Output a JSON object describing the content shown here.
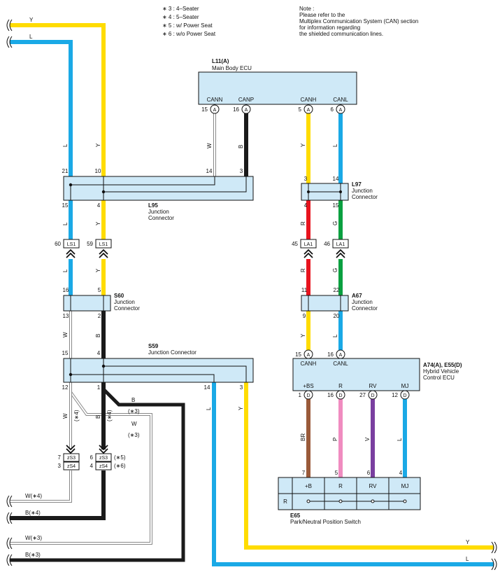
{
  "notes": {
    "left": [
      "∗ 3 : 4–Seater",
      "∗ 4 : 5–Seater",
      "∗ 5 : w/ Power Seat",
      "∗ 6 : w/o Power Seat"
    ],
    "right": [
      "Note :",
      "Please refer to the",
      "Multiplex Communication System (CAN) section",
      "for information regarding",
      "the shielded communication lines."
    ]
  },
  "colors": {
    "yellow": "#ffdc00",
    "blue": "#1aa9e6",
    "black": "#1a1a1a",
    "red": "#e8141e",
    "green": "#0aa040",
    "brown": "#9a5a3a",
    "pink": "#f08cc0",
    "violet": "#7a3fa0",
    "box_fill": "#cfe9f7"
  },
  "components": {
    "l11": {
      "id": "L11(A)",
      "name": "Main Body ECU",
      "pins": [
        "CANN",
        "CANP",
        "CANH",
        "CANL"
      ],
      "pin_nums": [
        "15",
        "16",
        "5",
        "6"
      ],
      "conn": "A"
    },
    "l95": {
      "id": "L95",
      "name1": "Junction",
      "name2": "Connector",
      "top_pins": [
        "21",
        "10",
        "14",
        "3"
      ],
      "bot_pins": [
        "15",
        "4"
      ]
    },
    "l97": {
      "id": "L97",
      "name1": "Junction",
      "name2": "Connector",
      "top_pin": "14",
      "top_pin_left": "3",
      "bot_pins": [
        "4",
        "15"
      ]
    },
    "s60": {
      "id": "S60",
      "name1": "Junction",
      "name2": "Connector",
      "top_pins": [
        "16",
        "5"
      ],
      "bot_pins": [
        "13",
        "2"
      ]
    },
    "a67": {
      "id": "A67",
      "name1": "Junction",
      "name2": "Connector",
      "top_pins": [
        "11",
        "22"
      ],
      "bot_pins": [
        "9",
        "20"
      ]
    },
    "s59": {
      "id": "S59",
      "name": "Junction Connector",
      "top_pins": [
        "15",
        "4"
      ],
      "bot_pins": [
        "12",
        "1",
        "14",
        "3"
      ]
    },
    "a74": {
      "id": "A74(A), E55(D)",
      "name1": "Hybrid Vehicle",
      "name2": "Control ECU",
      "pins": [
        "CANH",
        "CANL",
        "+BS",
        "R",
        "RV",
        "MJ"
      ],
      "pin_nums": [
        "15",
        "16",
        "1",
        "16",
        "27",
        "12"
      ],
      "conn_a": "A",
      "conn_d": "D"
    },
    "e65": {
      "id": "E65",
      "name": "Park/Neutral Position Switch",
      "cols": [
        "+B",
        "R",
        "RV",
        "MJ"
      ],
      "row": "R",
      "pins": [
        "7",
        "5",
        "6",
        "4"
      ]
    },
    "ls1": {
      "name": "LS1",
      "pins": [
        "60",
        "59"
      ]
    },
    "la1": {
      "name": "LA1",
      "pins": [
        "45",
        "46"
      ]
    },
    "zs": {
      "left": [
        "zS3",
        "zS4"
      ],
      "left_pins": [
        "7",
        "3"
      ],
      "right": [
        "zS3",
        "zS4"
      ],
      "right_pins": [
        "6",
        "4"
      ],
      "right_notes": [
        "(∗5)",
        "(∗6)"
      ]
    }
  },
  "wire_codes": {
    "Y": "Y",
    "L": "L",
    "W": "W",
    "B": "B",
    "R": "R",
    "G": "G",
    "BR": "BR",
    "P": "P",
    "V": "V"
  },
  "edge_labels": {
    "top_y": "Y",
    "top_l": "L",
    "w4": "W(∗4)",
    "b4": "B(∗4)",
    "w3": "W(∗3)",
    "b3": "B(∗3)",
    "right_y": "Y",
    "right_l": "L",
    "star4": "(∗4)",
    "star3": "(∗3)"
  }
}
